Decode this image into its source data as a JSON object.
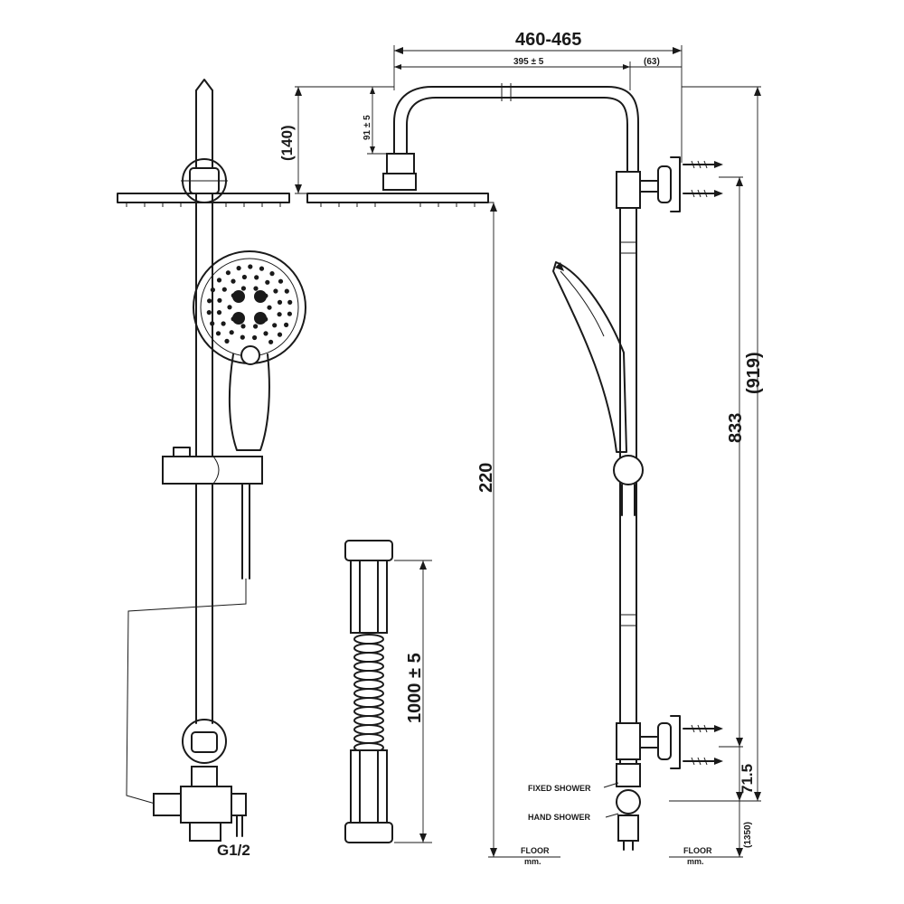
{
  "dimensions": {
    "overall_width": "460-465",
    "arm_length": "395 ± 5",
    "wall_offset": "(63)",
    "head_drop": "(140)",
    "arm_drop": "91 ± 5",
    "head_height": "220",
    "bracket_spacing": "833",
    "total_height": "(919)",
    "bottom_offset": "71.5",
    "inlet_height": "(1350)",
    "hose_length": "1000 ± 5"
  },
  "labels": {
    "thread": "G1/2",
    "fixed_shower": "FIXED SHOWER",
    "hand_shower": "HAND SHOWER",
    "floor_left": "FLOOR",
    "unit_left": "mm.",
    "floor_right": "FLOOR",
    "unit_right": "mm."
  }
}
